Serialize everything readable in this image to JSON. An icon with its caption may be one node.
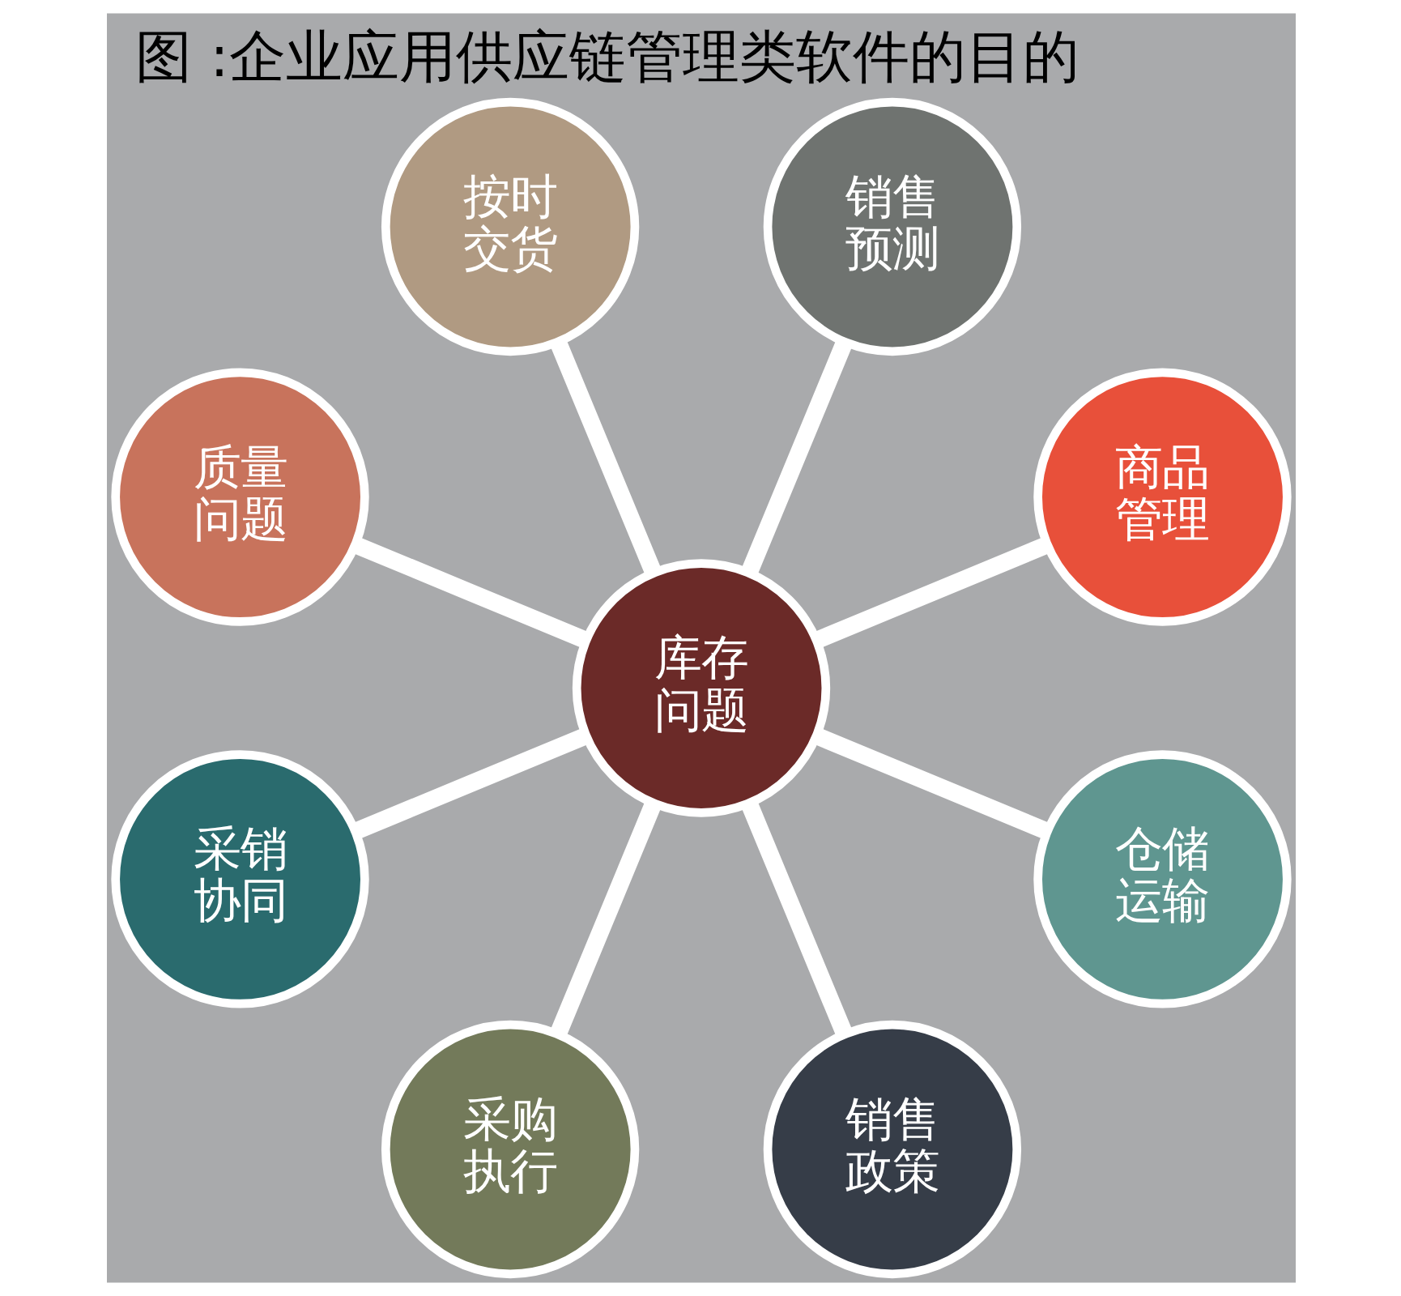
{
  "diagram": {
    "title": "图 :企业应用供应链管理类软件的目的",
    "nodes": [
      {
        "text": [
          "商品管理"
        ]
      },
      {
        "text": [
          "销售预测"
        ]
      },
      {
        "text": [
          "按时交货"
        ]
      },
      {
        "text": [
          "质量问题"
        ]
      },
      {
        "text": [
          "库存问题"
        ]
      },
      {
        "text": [
          "采销协同"
        ]
      },
      {
        "text": [
          "采购执行"
        ]
      },
      {
        "text": [
          "销售政策"
        ]
      },
      {
        "text": [
          "仓储运输"
        ]
      }
    ],
    "edges": [
      {
        "from": 4,
        "to": 0,
        "arrow": "none"
      },
      {
        "from": 4,
        "to": 2,
        "arrow": "none"
      },
      {
        "from": 4,
        "to": 5,
        "arrow": "none"
      },
      {
        "from": 4,
        "to": 7,
        "arrow": "none"
      },
      {
        "from": 4,
        "to": 8,
        "arrow": "none"
      },
      {
        "from": 4,
        "to": 6,
        "arrow": "none"
      },
      {
        "from": 4,
        "to": 3,
        "arrow": "none"
      },
      {
        "from": 4,
        "to": 1,
        "arrow": "none"
      }
    ]
  }
}
